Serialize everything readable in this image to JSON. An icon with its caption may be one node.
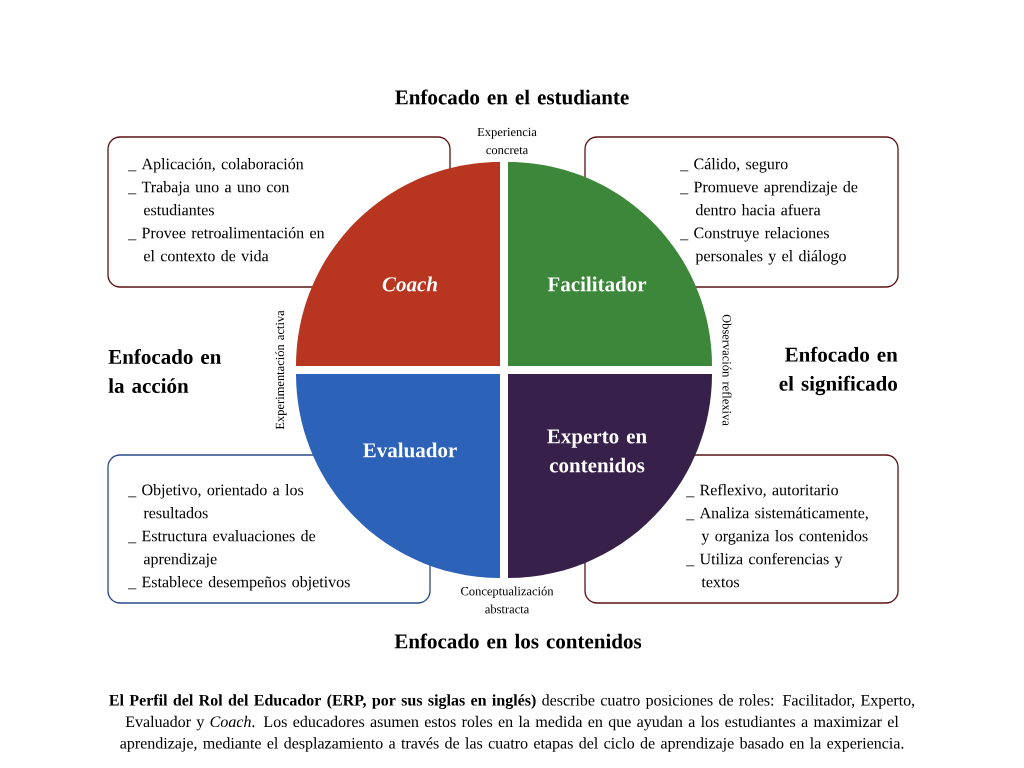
{
  "diagram": {
    "nodes": [
      {
        "text": [
          "_ Aplicación, colaboración",
          "_ Trabaja uno a uno con estudiantes",
          "_ Provee retroalimentación en el contexto de vida"
        ]
      },
      {
        "text": [
          "_ Cálido, seguro",
          "_ Promueve aprendizaje de dentro hacia afuera",
          "_ Construye relaciones personales y el diálogo"
        ]
      },
      {
        "text": [
          "Coach"
        ]
      },
      {
        "text": [
          "Facilitador"
        ]
      },
      {
        "text": [
          "Evaluador"
        ]
      },
      {
        "text": [
          "Experto en contenidos"
        ]
      },
      {
        "text": [
          "_ Objetivo, orientado a los resultados",
          "_ Estructura evaluaciones de aprendizaje",
          "_ Establece desempeños objetivos"
        ]
      },
      {
        "text": [
          "_ Reflexivo, autoritario",
          "_ Analiza sistemáticamente, y organiza los contenidos",
          "_ Utiliza conferencias y textos"
        ]
      }
    ],
    "labels": [
      "Enfocado en el estudiante",
      "Experiencia concreta",
      "Experimentación activa",
      "Enfocado en la acción",
      "Observación reflexiva",
      "Enfocado en el significado",
      "Conceptualización abstracta",
      "Enfocado en los contenidos"
    ],
    "caption": "**El Perfil del Rol del Educador (ERP, por sus siglas en inglés)** describe cuatro posiciones de roles: Facilitador, Experto, Evaluador y *Coach*. Los educadores asumen estos roles en la medida en que ayudan a los estudiantes a maximizar el aprendizaje, mediante el desplazamiento a través de las cuatro etapas del ciclo de aprendizaje basado en la experiencia."
  }
}
